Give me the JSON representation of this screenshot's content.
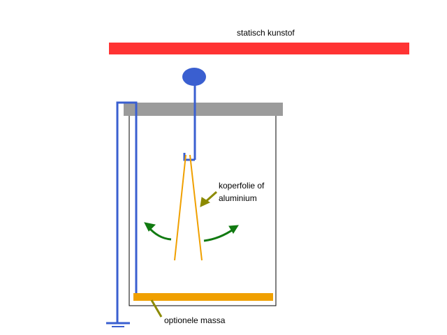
{
  "labels": {
    "top": "statisch kunstof",
    "foil_line1": "koperfolie of",
    "foil_line2": "aluminium",
    "ground_mass": "optionele massa"
  },
  "colors": {
    "plastic": "#ff3333",
    "conductor": "#3a5fd0",
    "lid": "#9b9b9b",
    "foil": "#f0a000",
    "pointer": "#8c8a00",
    "motion": "#117a11",
    "jar": "#000000"
  },
  "icons": {
    "electroscope_ball": "blue-ball-icon",
    "ground": "ground-symbol-icon",
    "motion_arrows": "curved-arrow-icon"
  }
}
